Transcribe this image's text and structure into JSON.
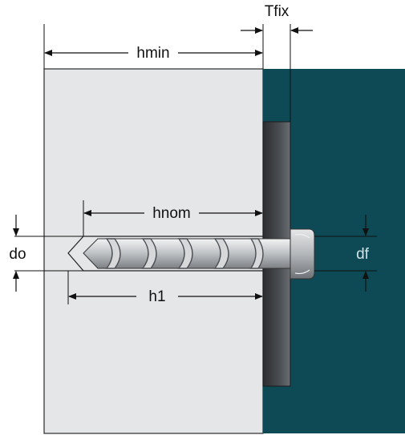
{
  "labels": {
    "hmin": "hmin",
    "tfix": "Tfix",
    "hnom": "hnom",
    "h1": "h1",
    "do": "do",
    "df": "df"
  },
  "colors": {
    "concrete": "#e4e6e8",
    "fixture": "#0d4a55",
    "washer_plate": "#3a3d40",
    "screw": "#b9bcbf",
    "outline": "#222222"
  }
}
